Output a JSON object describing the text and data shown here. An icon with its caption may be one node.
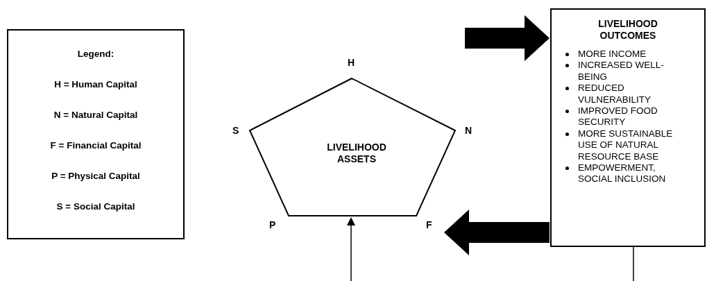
{
  "diagram": {
    "nodes": [
      {
        "text": [
          "Legend:",
          "H = Human Capital",
          "N = Natural Capital",
          "F = Financial Capital",
          "P = Physical Capital",
          "S = Social Capital"
        ]
      },
      {
        "text": [
          "LIVELIHOOD ASSETS"
        ],
        "beside": [
          "H",
          "S",
          "N",
          "P",
          "F"
        ]
      },
      {
        "text": [
          "LIVELIHOOD OUTCOMES",
          "MORE INCOME",
          "INCREASED WELL-BEING",
          "REDUCED VULNERABILITY",
          "IMPROVED FOOD SECURITY",
          "MORE SUSTAINABLE USE OF NATURAL RESOURCE BASE",
          "EMPOWERMENT, SOCIAL INCLUSION"
        ]
      }
    ],
    "edges": [
      {
        "from": 1,
        "to": 2,
        "arrow": "to",
        "style": "thick"
      },
      {
        "from": 2,
        "to": 1,
        "arrow": "to",
        "style": "thick"
      },
      {
        "from": null,
        "to": 1,
        "arrow": "to"
      },
      {
        "from": 2,
        "to": null,
        "arrow": "none"
      }
    ]
  }
}
